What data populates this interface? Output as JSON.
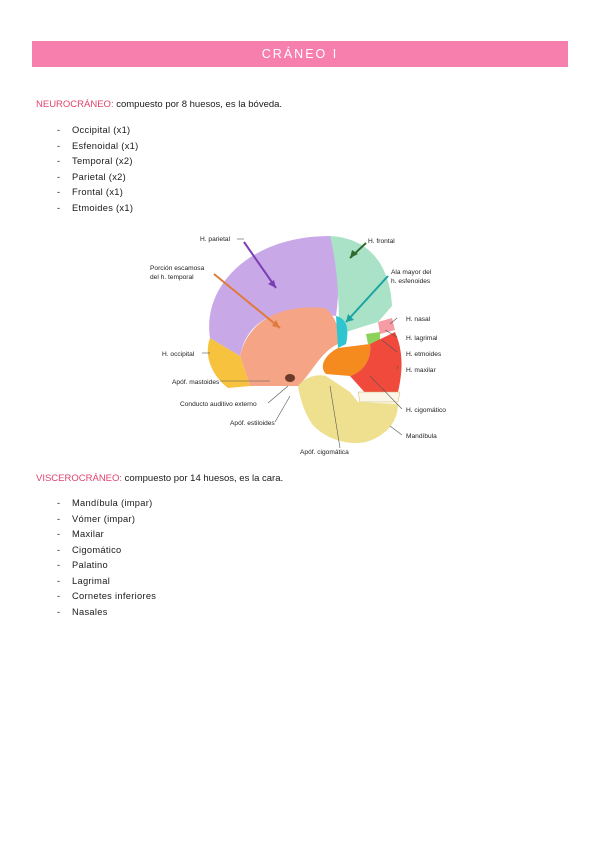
{
  "title": "CRÁNEO I",
  "neuro": {
    "keyword": "NEUROCRÁNEO:",
    "text": " compuesto por 8 huesos, es la bóveda.",
    "items": [
      "Occipital (x1)",
      "Esfenoidal (x1)",
      "Temporal (x2)",
      "Parietal (x2)",
      "Frontal (x1)",
      "Etmoides (x1)"
    ]
  },
  "figure_labels": {
    "parietal": "H. parietal",
    "frontal": "H. frontal",
    "squamosa1": "Porción escamosa",
    "squamosa2": "del h. temporal",
    "alamayor1": "Ala mayor del",
    "alamayor2": "h. esfenoides",
    "nasal": "H. nasal",
    "lagrimal": "H. lagrimal",
    "etmoides": "H. etmoides",
    "maxilar": "H. maxilar",
    "occipital": "H. occipital",
    "mastoides": "Apóf. mastoides",
    "conducto": "Conducto auditivo externo",
    "cigomatico": "H. cigomático",
    "estiloides": "Apóf. estiloides",
    "mandibula": "Mandíbula",
    "apofcigomatica": "Apóf. cigomática"
  },
  "viscero": {
    "keyword": "VISCEROCRÁNEO:",
    "text": " compuesto por 14 huesos, es la cara.",
    "items": [
      "Mandíbula (impar)",
      "Vómer (impar)",
      "Maxilar",
      "Cigomático",
      "Palatino",
      "Lagrimal",
      "Cornetes inferiores",
      "Nasales"
    ]
  },
  "dash": "-",
  "colors": {
    "accent": "#f77fae",
    "keyword": "#e0436f",
    "parietal": "#c9a8e8",
    "frontal": "#a9e2c6",
    "temporal": "#f5a585",
    "occipital": "#f7c23e",
    "sphenoid": "#2ec4d0",
    "zygomatic": "#f58a1f",
    "maxilla": "#ef4a3c",
    "mandible": "#efe08f",
    "ethmoid": "#8cd15a"
  }
}
